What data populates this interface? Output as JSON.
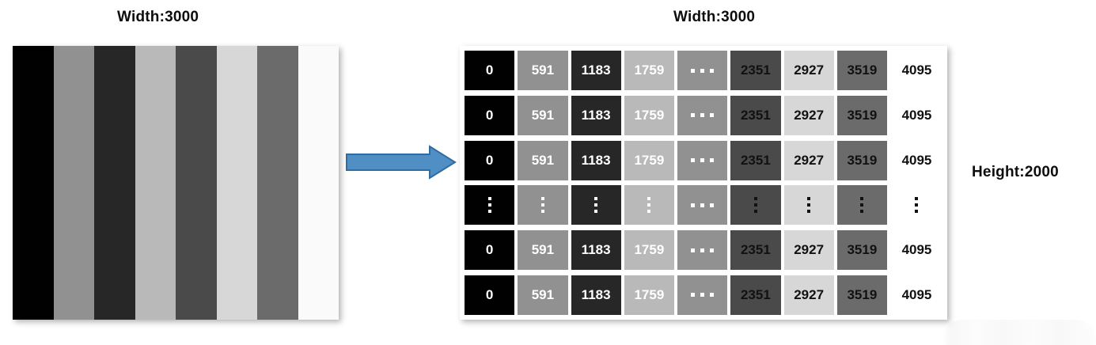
{
  "diagram": {
    "title_left": "Width:3000",
    "title_right": "Width:3000",
    "label_height": "Height:2000"
  },
  "source_image": {
    "name": "grayscale-stripe-image",
    "stripe_count": 8,
    "stripes": [
      {
        "level": 0,
        "color": "#010101"
      },
      {
        "level": 591,
        "color": "#919191"
      },
      {
        "level": 1183,
        "color": "#272727"
      },
      {
        "level": 1759,
        "color": "#b9b9b9"
      },
      {
        "level": 2351,
        "color": "#4a4a4a"
      },
      {
        "level": 2927,
        "color": "#d7d7d7"
      },
      {
        "level": 3519,
        "color": "#6b6b6b"
      },
      {
        "level": 4095,
        "color": "#fafafa"
      }
    ]
  },
  "arrow": {
    "direction": "right",
    "fill": "#4f8fc4",
    "stroke": "#2e6ca3"
  },
  "matrix": {
    "columns": [
      {
        "value": "0",
        "bg": "#010101",
        "fg": "#ffffff"
      },
      {
        "value": "591",
        "bg": "#919191",
        "fg": "#ffffff"
      },
      {
        "value": "1183",
        "bg": "#272727",
        "fg": "#ffffff"
      },
      {
        "value": "1759",
        "bg": "#b9b9b9",
        "fg": "#ffffff"
      },
      {
        "value": "⋯",
        "bg": "#919191",
        "fg": "#ffffff"
      },
      {
        "value": "2351",
        "bg": "#4a4a4a",
        "fg": "#111111"
      },
      {
        "value": "2927",
        "bg": "#d7d7d7",
        "fg": "#111111"
      },
      {
        "value": "3519",
        "bg": "#6b6b6b",
        "fg": "#111111"
      },
      {
        "value": "4095",
        "bg": "#ffffff",
        "fg": "#111111"
      }
    ],
    "rows": [
      {
        "type": "values",
        "cells": [
          "0",
          "591",
          "1183",
          "1759",
          "⋯",
          "2351",
          "2927",
          "3519",
          "4095"
        ]
      },
      {
        "type": "values",
        "cells": [
          "0",
          "591",
          "1183",
          "1759",
          "⋯",
          "2351",
          "2927",
          "3519",
          "4095"
        ]
      },
      {
        "type": "values",
        "cells": [
          "0",
          "591",
          "1183",
          "1759",
          "⋯",
          "2351",
          "2927",
          "3519",
          "4095"
        ]
      },
      {
        "type": "ellipsis",
        "cells": [
          "⋮",
          "⋮",
          "⋮",
          "⋮",
          "⋯",
          "⋮",
          "⋮",
          "⋮",
          "⋮"
        ]
      },
      {
        "type": "values",
        "cells": [
          "0",
          "591",
          "1183",
          "1759",
          "⋯",
          "2351",
          "2927",
          "3519",
          "4095"
        ]
      },
      {
        "type": "values",
        "cells": [
          "0",
          "591",
          "1183",
          "1759",
          "⋯",
          "2351",
          "2927",
          "3519",
          "4095"
        ]
      }
    ]
  }
}
